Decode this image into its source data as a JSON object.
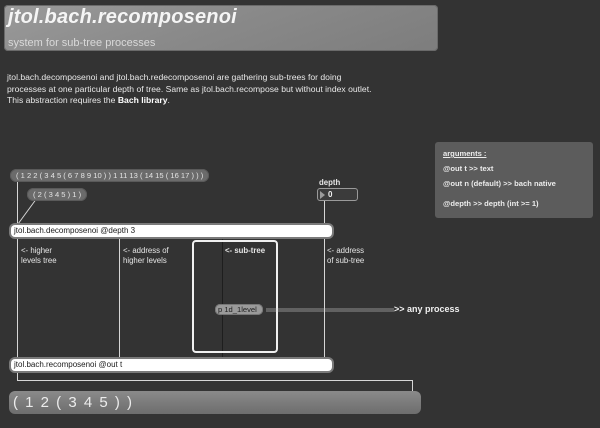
{
  "header": {
    "title": "jtol.bach.recomposenoi",
    "subtitle": "system for sub-tree processes"
  },
  "description": {
    "line1": "jtol.bach.decomposenoi and jtol.bach.redecomposenoi are gathering sub-trees for doing",
    "line2": "processes at one particular depth of tree. Same as jtol.bach.recompose but without index outlet.",
    "line3_prefix": "This abstraction requires the ",
    "line3_bold": "Bach library",
    "line3_suffix": "."
  },
  "arguments": {
    "title": "arguments :",
    "items": [
      "@out t >> text",
      "@out n  (default) >> bach native",
      "@depth >> depth (int >= 1)"
    ]
  },
  "messages": {
    "input_tree": "( 1 2 2 ( 3 4 5 ( 6 7 8 9 10 ) ) 1 11 13 ( 14 15 ( 16 17 ) ) )",
    "input_tree_2": "( 2 ( 3 4 5 ) 1 )",
    "result": "( 1 2 ( 3 4 5 ) )"
  },
  "depth_control": {
    "label": "depth",
    "value": "0"
  },
  "objects": {
    "decompose": "jtol.bach.decomposenoi @depth 3",
    "recompose": "jtol.bach.recomposenoi @out t",
    "subpatch": "p 1d_1level"
  },
  "outlet_labels": {
    "higher_levels_1": "<- higher",
    "higher_levels_2": "levels tree",
    "address_higher_1": "<- address of",
    "address_higher_2": "higher levels",
    "subtree": "<- sub-tree",
    "address_subtree_1": "<- address",
    "address_subtree_2": "of sub-tree"
  },
  "annotation": {
    "any_process": ">> any process"
  },
  "colors": {
    "background": "#333333",
    "panel": "#8a8a8a",
    "object_box": "#ffffff",
    "message_box": "#6b6b6b"
  }
}
